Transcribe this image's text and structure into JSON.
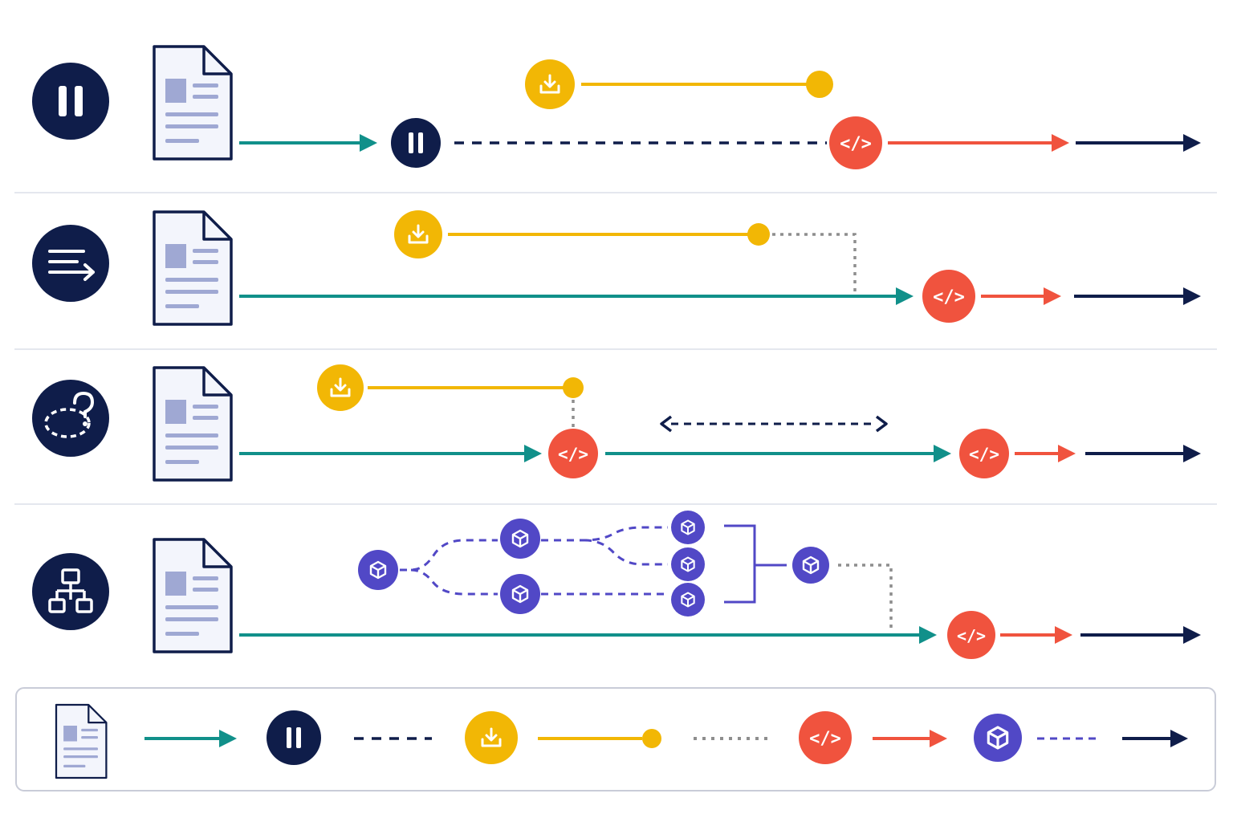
{
  "colors": {
    "navy": "#0f1d4a",
    "teal": "#11908a",
    "yellow": "#f2b705",
    "red": "#f0533e",
    "purple": "#5148c6",
    "gray": "#8e8e8e",
    "docFill": "#f3f5fc",
    "docLines": "#9fa8d3",
    "divider": "#dcdfe8"
  },
  "icons": {
    "row_icons": [
      "pause-icon",
      "stream-arrow-icon",
      "dashed-loop-question-icon",
      "hierarchy-icon"
    ],
    "document": "document-icon",
    "pause": "pause-icon",
    "download": "download-icon",
    "code": "code-icon",
    "cube": "cube-icon"
  },
  "code_glyph": "</>",
  "rows": [
    {
      "id": "pause-flow",
      "pattern": "pause-then-code"
    },
    {
      "id": "stream-flow",
      "pattern": "stream-with-async-download"
    },
    {
      "id": "loop-flow",
      "pattern": "code-loop-then-code"
    },
    {
      "id": "parallel-flow",
      "pattern": "parallel-tree-aggregation"
    }
  ],
  "legend": {
    "items": [
      "document-icon",
      "teal-arrow",
      "pause-icon",
      "navy-dash",
      "download-icon",
      "yellow-lollipop",
      "gray-dots",
      "code-icon",
      "red-arrow",
      "cube-icon",
      "purple-dash",
      "navy-arrow"
    ]
  }
}
